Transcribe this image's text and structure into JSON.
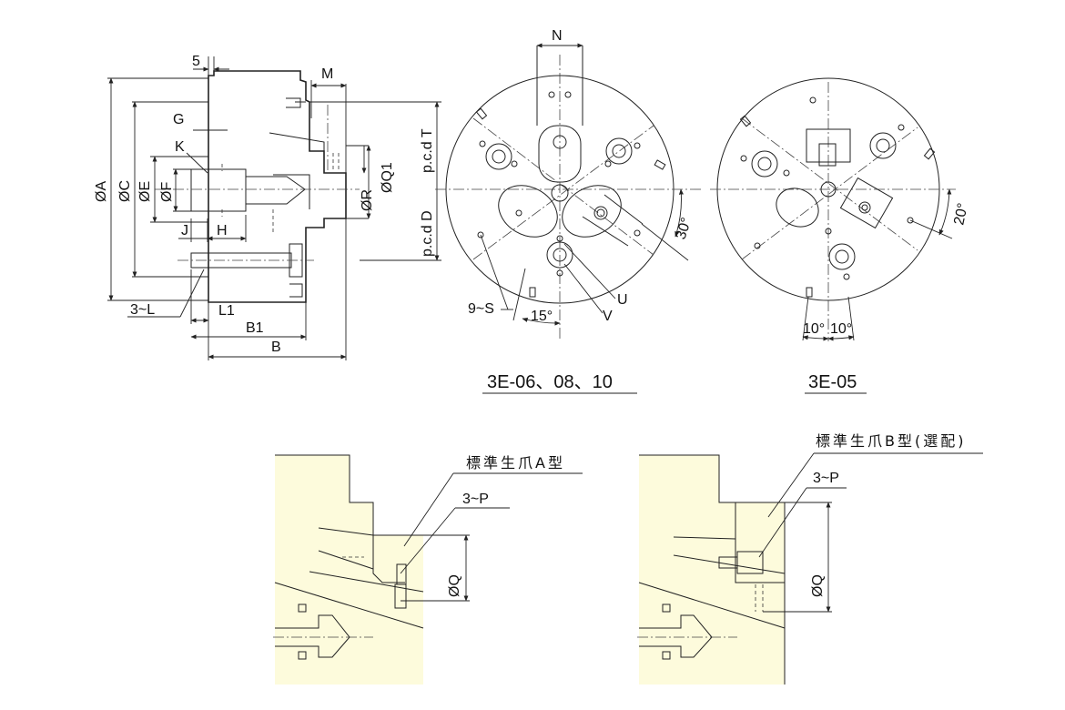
{
  "side_view": {
    "labels": {
      "dim_5": "5",
      "M": "M",
      "G": "G",
      "K": "K",
      "A": "ØA",
      "C": "ØC",
      "E": "ØE",
      "F": "ØF",
      "J": "J",
      "H": "H",
      "Q1": "ØQ1",
      "R": "ØR",
      "pcdT": "p.c.d T",
      "pcdD": "p.c.d D",
      "L": "3~L",
      "L1": "L1",
      "B1": "B1",
      "B": "B"
    }
  },
  "front_view_1": {
    "labels": {
      "N": "N",
      "angle30": "30°",
      "S": "9~S",
      "angle15": "15°",
      "V": "V",
      "U": "U"
    },
    "caption": "3E-06、08、10"
  },
  "front_view_2": {
    "labels": {
      "angle20": "20°",
      "angle10a": "10°",
      "angle10b": "10°"
    },
    "caption": "3E-05"
  },
  "detail_a": {
    "title": "標準生爪A型",
    "P": "3~P",
    "Q": "ØQ"
  },
  "detail_b": {
    "title": "標準生爪B型(選配)",
    "P": "3~P",
    "Q": "ØQ"
  },
  "colors": {
    "body_fill": "#fdfbdc",
    "line": "#222222"
  }
}
